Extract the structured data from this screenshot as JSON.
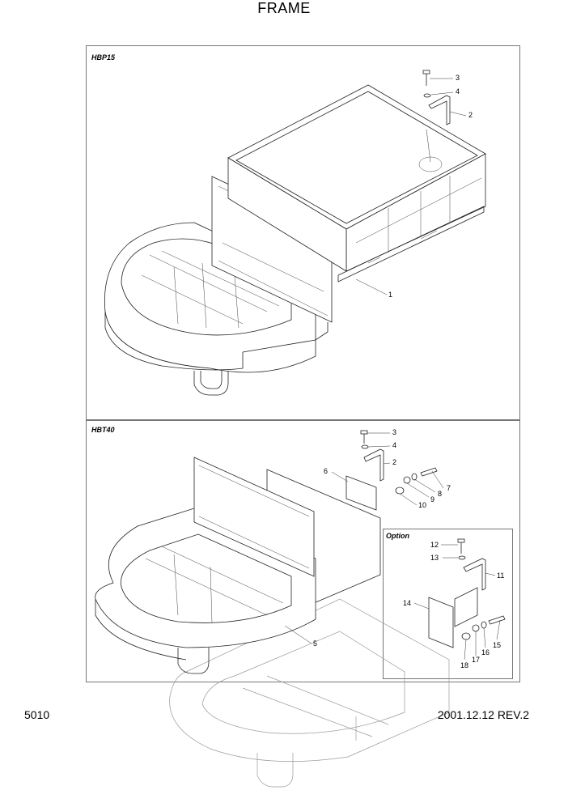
{
  "title": "FRAME",
  "panels": {
    "top": {
      "label": "HBP15"
    },
    "bottom": {
      "label": "HBT40"
    },
    "option": {
      "label": "Option"
    }
  },
  "callouts_top": [
    "3",
    "4",
    "2",
    "1"
  ],
  "callouts_bottom": [
    "3",
    "4",
    "2",
    "6",
    "7",
    "8",
    "9",
    "10",
    "5"
  ],
  "callouts_option": [
    "12",
    "13",
    "11",
    "14",
    "15",
    "16",
    "17",
    "18"
  ],
  "footer": {
    "page_number": "5010",
    "date_revision": "2001.12.12 REV.2"
  }
}
